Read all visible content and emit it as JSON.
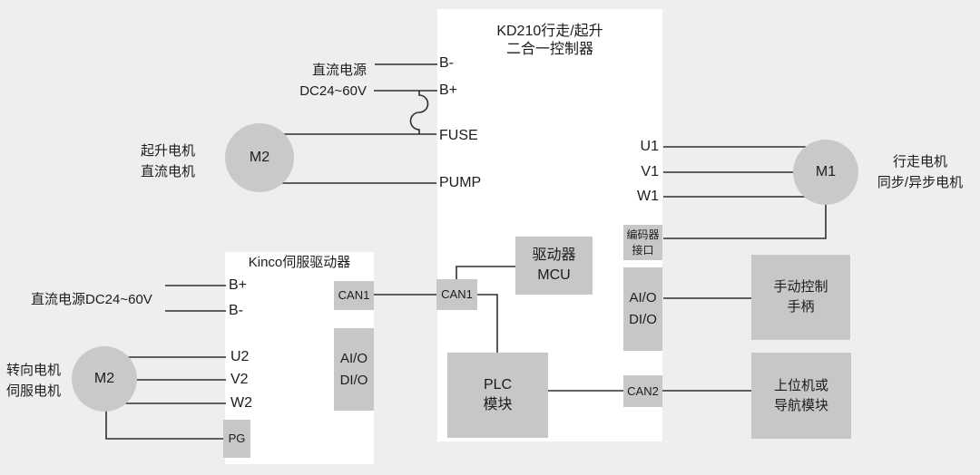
{
  "colors": {
    "background": "#eeeeee",
    "panel": "#ffffff",
    "module": "#c7c7c7",
    "circle": "#c9c9c9",
    "line": "#2e2e2e",
    "text": "#1c1c1c"
  },
  "kd210": {
    "title_line1": "KD210行走/起升",
    "title_line2": "二合一控制器",
    "terminals": {
      "b_minus": "B-",
      "b_plus": "B+",
      "fuse": "FUSE",
      "pump": "PUMP",
      "u1": "U1",
      "v1": "V1",
      "w1": "W1"
    },
    "modules": {
      "mcu_line1": "驱动器",
      "mcu_line2": "MCU",
      "can1": "CAN1",
      "plc_line1": "PLC",
      "plc_line2": "模块",
      "encoder_line1": "编码器",
      "encoder_line2": "接口",
      "io_line1": "AI/O",
      "io_line2": "DI/O",
      "can2": "CAN2"
    }
  },
  "kinco": {
    "title": "Kinco伺服驱动器",
    "terminals": {
      "b_plus": "B+",
      "b_minus": "B-",
      "u2": "U2",
      "v2": "V2",
      "w2": "W2",
      "pg": "PG"
    },
    "modules": {
      "can1": "CAN1",
      "io_line1": "AI/O",
      "io_line2": "DI/O"
    }
  },
  "motors": {
    "m2_top": "M2",
    "m1": "M1",
    "m2_bottom": "M2"
  },
  "labels": {
    "dc_top_line1": "直流电源",
    "dc_top_line2": "DC24~60V",
    "lift_line1": "起升电机",
    "lift_line2": "直流电机",
    "travel_line1": "行走电机",
    "travel_line2": "同步/异步电机",
    "dc_bottom": "直流电源DC24~60V",
    "steer_line1": "转向电机",
    "steer_line2": "伺服电机"
  },
  "external": {
    "handle_line1": "手动控制",
    "handle_line2": "手柄",
    "host_line1": "上位机或",
    "host_line2": "导航模块"
  }
}
